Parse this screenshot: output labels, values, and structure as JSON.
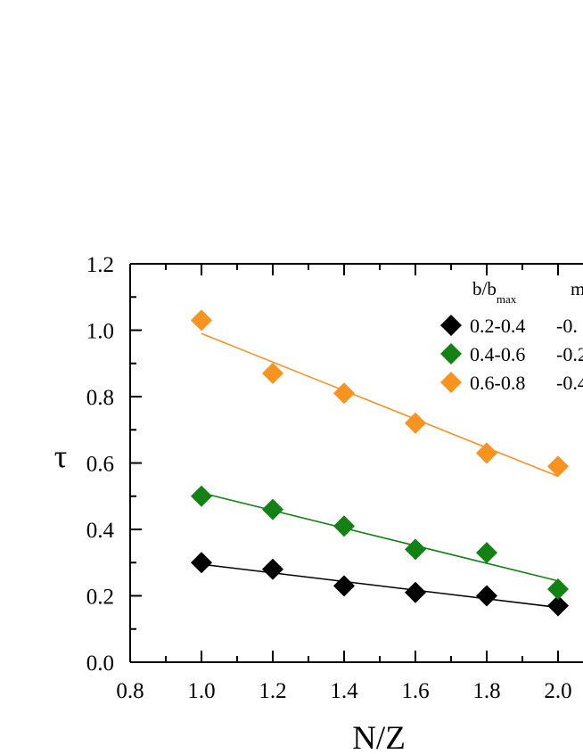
{
  "chart_data": {
    "type": "scatter",
    "xlabel": "N/Z",
    "ylabel": "τ",
    "xlim": [
      0.8,
      2.1
    ],
    "ylim": [
      0.0,
      1.2
    ],
    "x_ticks": [
      "0.8",
      "1.0",
      "1.2",
      "1.4",
      "1.6",
      "1.8",
      "2.0"
    ],
    "y_ticks": [
      "0.0",
      "0.2",
      "0.4",
      "0.6",
      "0.8",
      "1.0",
      "1.2"
    ],
    "legend": {
      "header_col1_main": "b/b",
      "header_col1_sub": "max",
      "header_col2": "m",
      "placement": "top-right"
    },
    "x": [
      1.0,
      1.2,
      1.4,
      1.6,
      1.8,
      2.0
    ],
    "series": [
      {
        "name": "0.2-0.4",
        "slope_label": "-0.",
        "color": "#000000",
        "values": [
          0.3,
          0.28,
          0.23,
          0.21,
          0.2,
          0.17
        ],
        "fit": [
          [
            1.0,
            0.295
          ],
          [
            2.0,
            0.165
          ]
        ]
      },
      {
        "name": "0.4-0.6",
        "slope_label": "-0.2",
        "color": "#128212",
        "values": [
          0.5,
          0.46,
          0.41,
          0.34,
          0.33,
          0.22
        ],
        "fit": [
          [
            1.0,
            0.51
          ],
          [
            2.0,
            0.245
          ]
        ]
      },
      {
        "name": "0.6-0.8",
        "slope_label": "-0.4",
        "color": "#f7931e",
        "values": [
          1.03,
          0.87,
          0.81,
          0.72,
          0.63,
          0.59
        ],
        "fit": [
          [
            1.0,
            0.99
          ],
          [
            2.0,
            0.56
          ]
        ]
      }
    ]
  }
}
